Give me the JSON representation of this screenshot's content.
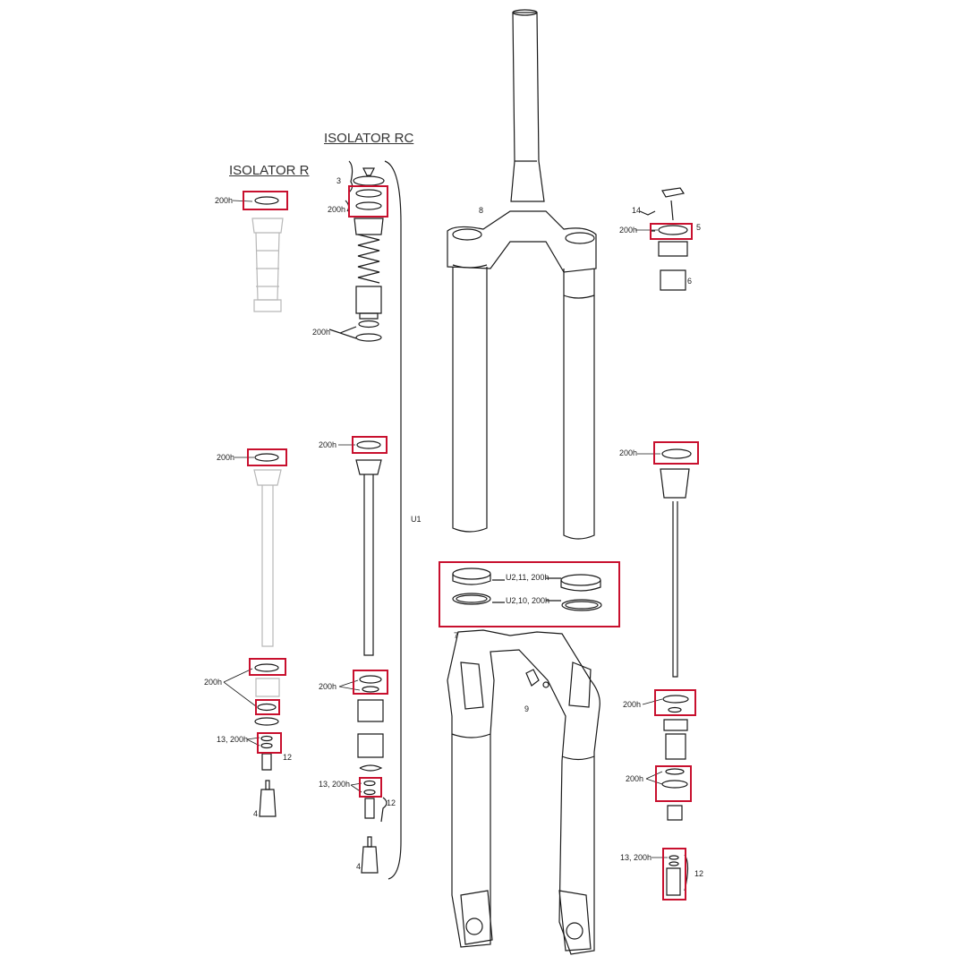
{
  "titles": {
    "isolator_r": "ISOLATOR R",
    "isolator_rc": "ISOLATOR RC"
  },
  "labels": {
    "r_200h_top": "200h",
    "r_200h_mid": "200h",
    "r_200h_low": "200h",
    "r_13_200h": "13, 200h",
    "r_12": "12",
    "r_4": "4",
    "rc_3": "3",
    "rc_200h_top": "200h",
    "rc_200h_spring": "200h",
    "rc_200h_mid": "200h",
    "rc_200h_low": "200h",
    "rc_13_200h": "13, 200h",
    "rc_12": "12",
    "rc_4": "4",
    "u1": "U1",
    "fork_8": "8",
    "lower_7": "7",
    "lower_9": "9",
    "seal_u2_11": "U2,11, 200h",
    "seal_u2_10": "U2,10, 200h",
    "air_14": "14",
    "air_200h_top": "200h",
    "air_5": "5",
    "air_6": "6",
    "air_200h_mid": "200h",
    "air_200h_low1": "200h",
    "air_200h_low2": "200h",
    "air_13_200h": "13, 200h",
    "air_12": "12"
  },
  "colors": {
    "highlight": "#c8102e",
    "line": "#1a1a1a",
    "faded": "#b8b8b8"
  }
}
